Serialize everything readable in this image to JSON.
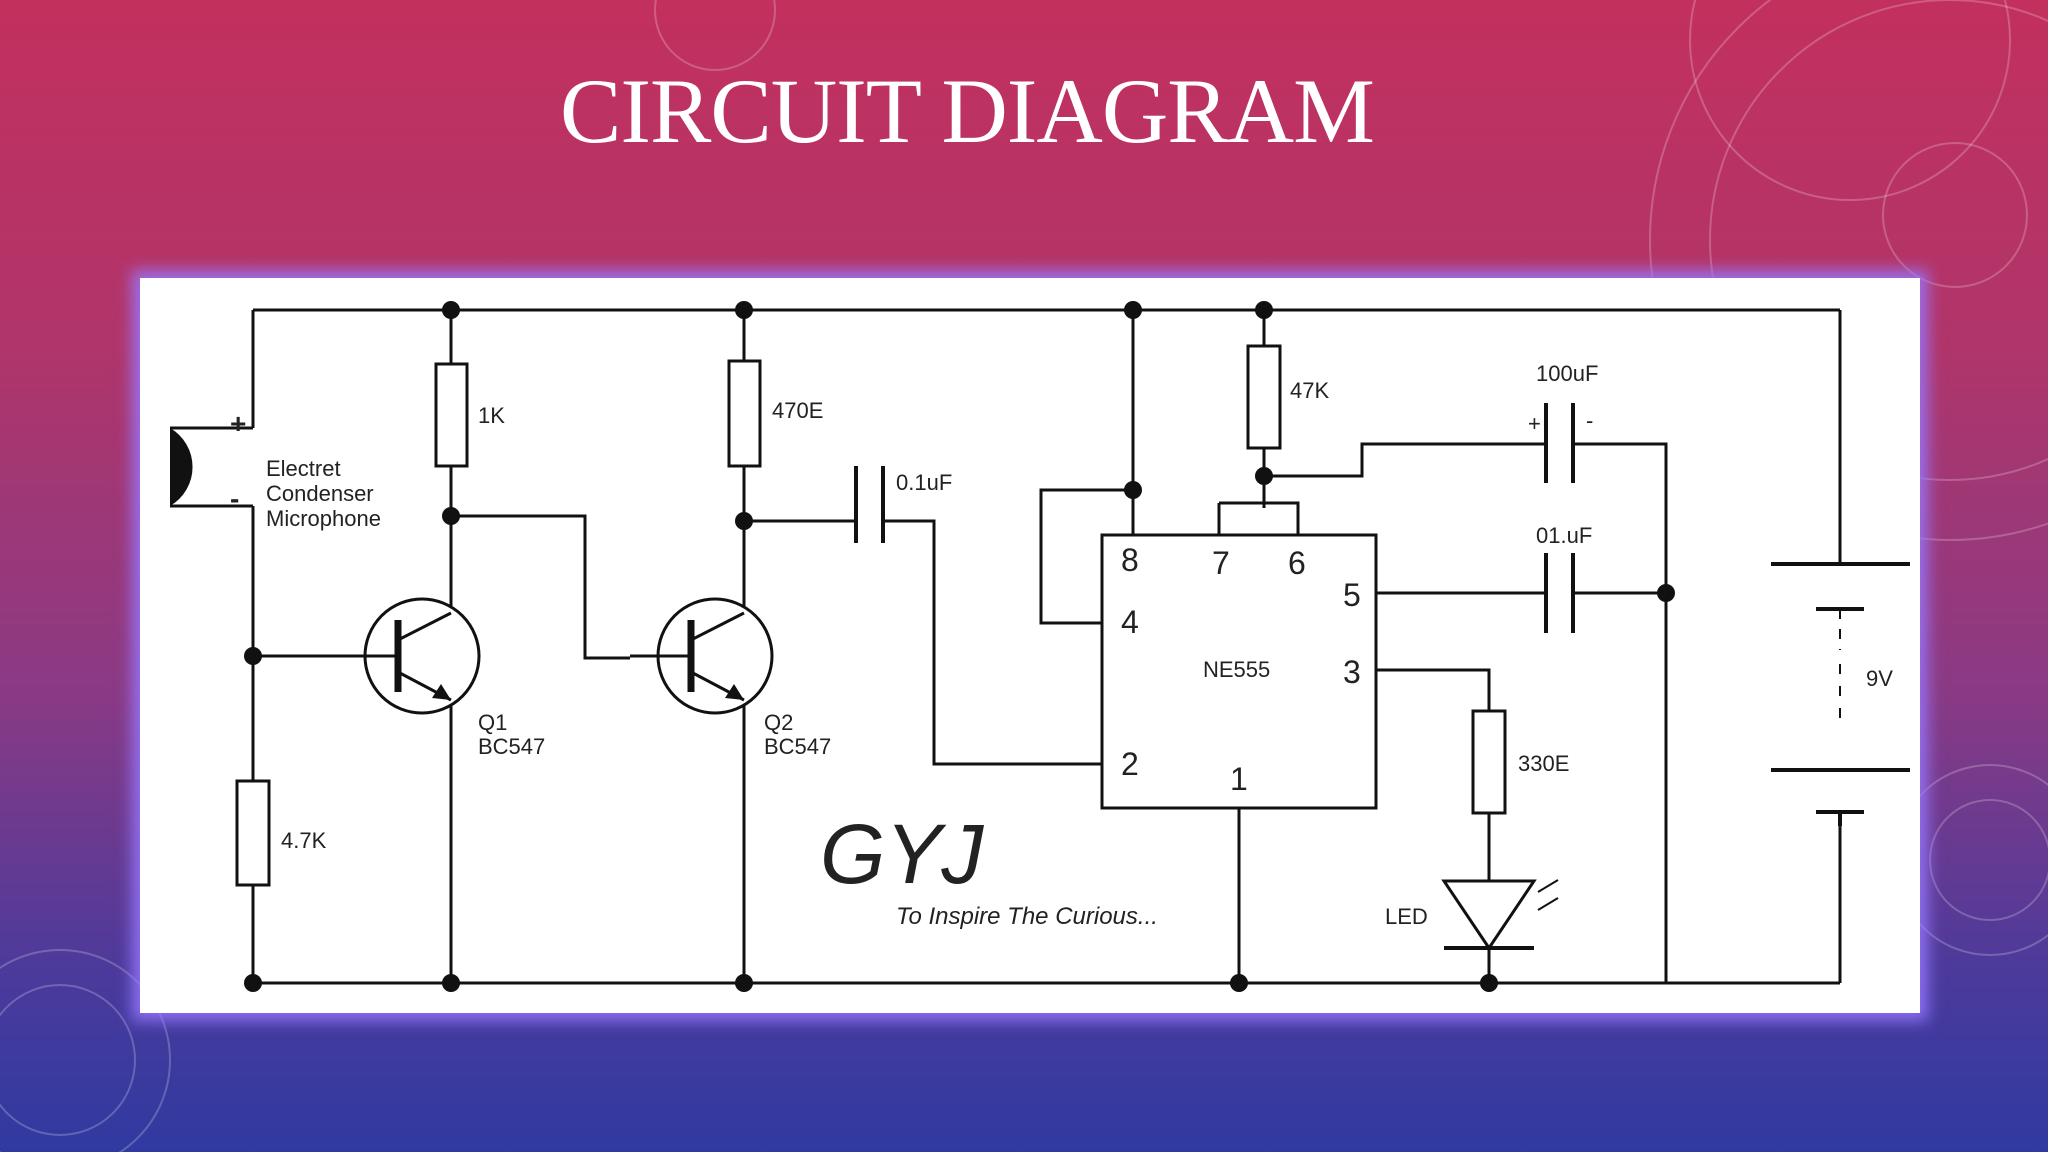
{
  "slide": {
    "title": "CIRCUIT DIAGRAM"
  },
  "diagram": {
    "microphone": {
      "plus": "+",
      "minus": "-",
      "label_line1": "Electret",
      "label_line2": "Condenser",
      "label_line3": "Microphone"
    },
    "resistors": {
      "r1k": "1K",
      "r470": "470E",
      "r47k": "47K",
      "r4k7": "4.7K",
      "r330": "330E"
    },
    "capacitors": {
      "c01uf": "0.1uF",
      "c100uf": "100uF",
      "c100_plus": "+",
      "c100_minus": "-",
      "c01uf_b": "01.uF"
    },
    "transistors": {
      "q1_name": "Q1",
      "q1_part": "BC547",
      "q2_name": "Q2",
      "q2_part": "BC547"
    },
    "ic": {
      "part": "NE555",
      "pin8": "8",
      "pin7": "7",
      "pin6": "6",
      "pin4": "4",
      "pin5": "5",
      "pin3": "3",
      "pin2": "2",
      "pin1": "1"
    },
    "battery": {
      "label": "9V"
    },
    "led": {
      "label": "LED"
    },
    "brand": {
      "logo": "GYJ",
      "tagline": "To Inspire The Curious..."
    }
  },
  "colors": {
    "background_top": "#c2305e",
    "background_bottom": "#2f3aa0",
    "frame_glow": "#9678ff",
    "wire": "#111111"
  }
}
